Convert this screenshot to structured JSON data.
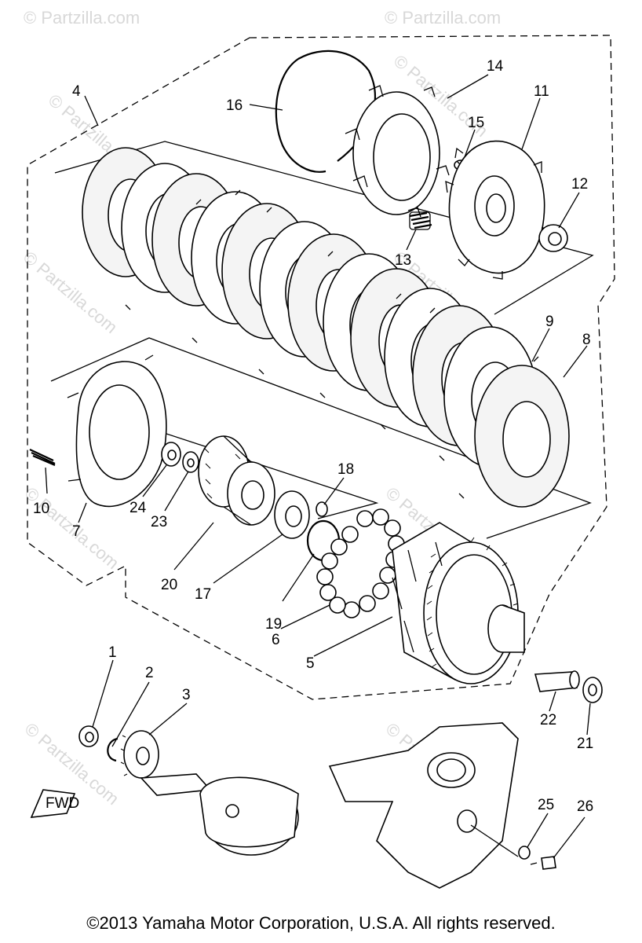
{
  "watermark": "© Partzilla.com",
  "copyright": "©2013 Yamaha Motor Corporation, U.S.A. All rights reserved.",
  "fwd_label": "FWD",
  "part_numbers": [
    "1",
    "2",
    "3",
    "4",
    "5",
    "6",
    "7",
    "8",
    "9",
    "10",
    "11",
    "12",
    "13",
    "14",
    "15",
    "16",
    "17",
    "18",
    "19",
    "20",
    "21",
    "22",
    "23",
    "24",
    "25",
    "26"
  ]
}
